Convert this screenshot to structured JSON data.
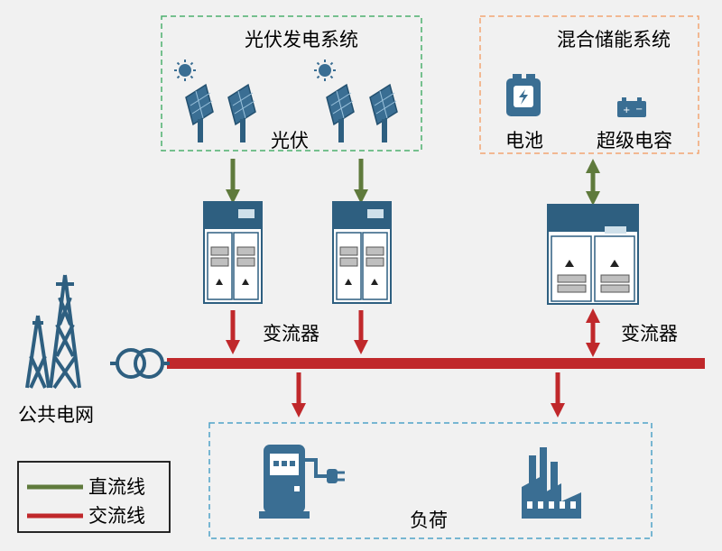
{
  "pv_system": {
    "title": "光伏发电系统",
    "pv_label": "光伏"
  },
  "storage_system": {
    "title": "混合储能系统",
    "battery_label": "电池",
    "supercap_label": "超级电容"
  },
  "converter_label_left": "变流器",
  "converter_label_right": "变流器",
  "grid_label": "公共电网",
  "load_label": "负荷",
  "legend": {
    "dc_label": "直流线",
    "ac_label": "交流线"
  },
  "colors": {
    "dc_line": "#5f7a3c",
    "ac_line": "#c0282b",
    "pv_box_border": "#4caf6e",
    "storage_box_border": "#f2a672",
    "load_box_border": "#4fa3c8",
    "equipment_blue": "#2e5f80",
    "background": "#f1f1f1"
  }
}
